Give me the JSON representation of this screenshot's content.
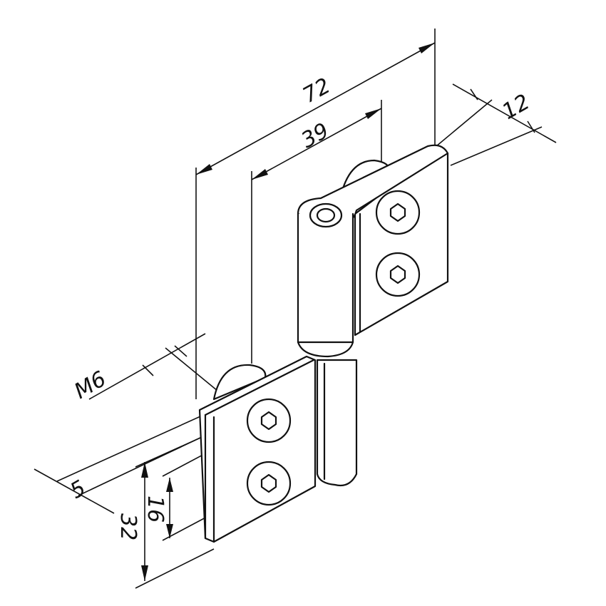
{
  "drawing": {
    "title": "Hinge technical drawing",
    "dimensions": {
      "overall_length": "72",
      "hole_offset": "39",
      "plate_thickness_top": "12",
      "thread": "M6",
      "plate_thickness_bottom": "5",
      "plate_height": "32",
      "hole_spacing": "16"
    }
  }
}
